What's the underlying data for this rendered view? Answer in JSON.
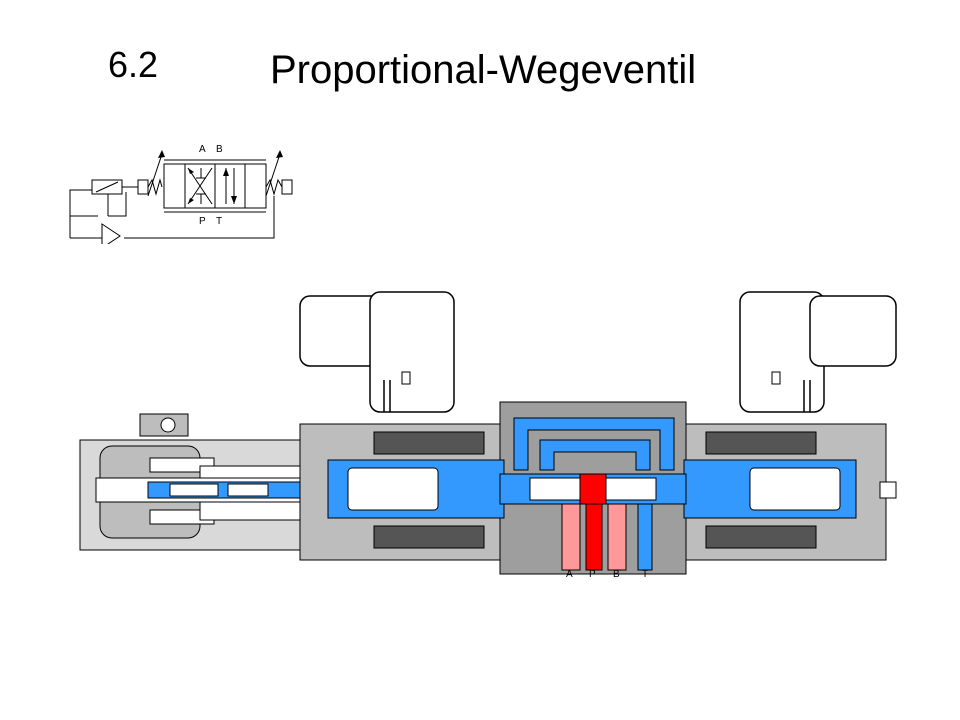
{
  "slide": {
    "number": "6.2",
    "title": "Proportional-Wegeventil"
  },
  "symbol": {
    "port_a": "A",
    "port_b": "B",
    "port_p": "P",
    "port_t": "T"
  },
  "section": {
    "port_labels": [
      "A",
      "P",
      "B",
      "T"
    ]
  },
  "colors": {
    "pressure": "#ff0000",
    "pressure_light": "#ff9999",
    "tank": "#3399ff",
    "body": "#bdbdbd",
    "body_dark": "#9e9e9e",
    "coil_hatch": "#444444"
  },
  "icons": [
    "solenoid-icon",
    "spring-icon",
    "amplifier-icon",
    "valve-spool-icon"
  ]
}
